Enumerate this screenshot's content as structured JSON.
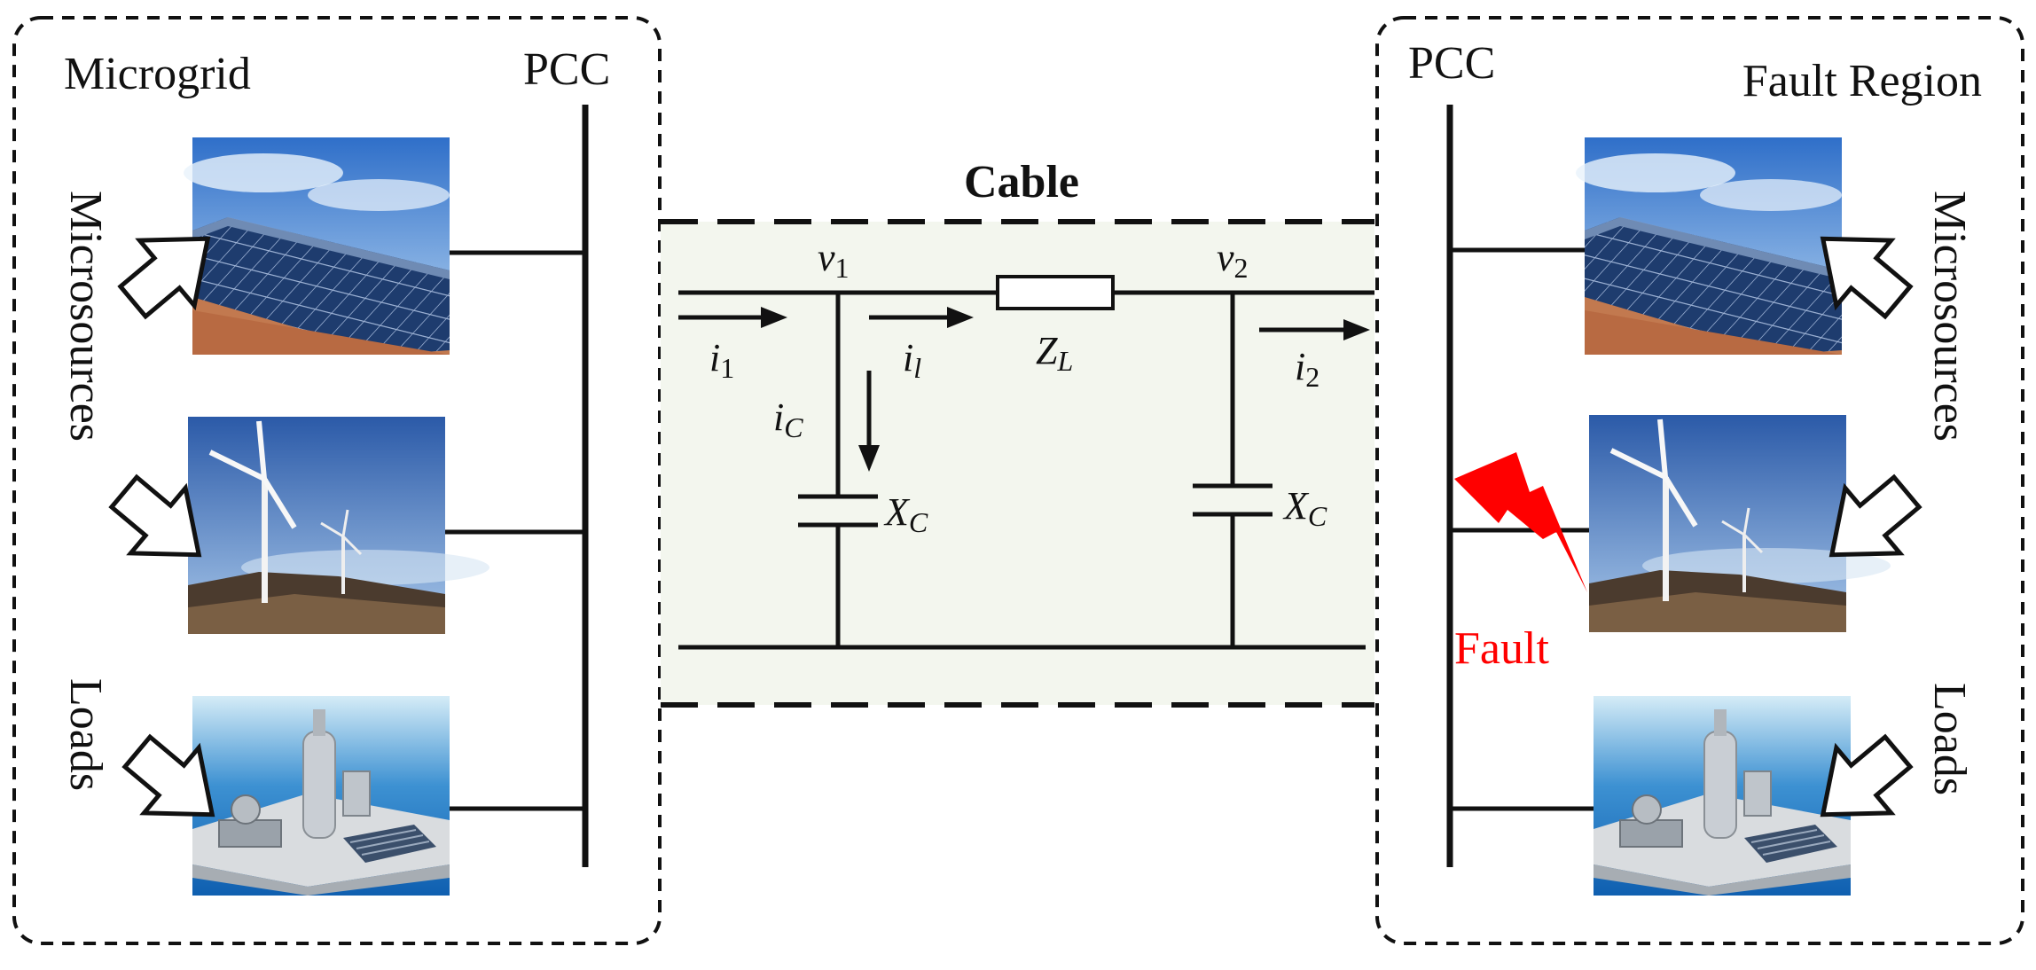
{
  "left_region": {
    "title": "Microgrid",
    "pcc_label": "PCC",
    "microsources_label": "Microsources",
    "loads_label": "Loads"
  },
  "right_region": {
    "title": "Fault Region",
    "pcc_label": "PCC",
    "microsources_label": "Microsources",
    "loads_label": "Loads",
    "fault_label": "Fault",
    "fault_color": "#ff0000"
  },
  "cable": {
    "title": "Cable",
    "background": "#f3f6ee",
    "v1": {
      "base": "v",
      "sub": "1"
    },
    "v2": {
      "base": "v",
      "sub": "2"
    },
    "i1": {
      "base": "i",
      "sub": "1"
    },
    "il": {
      "base": "i",
      "sub": "l"
    },
    "i2": {
      "base": "i",
      "sub": "2"
    },
    "ic": {
      "base": "i",
      "sub": "C"
    },
    "zl": {
      "base": "Z",
      "sub": "L"
    },
    "xc_left": {
      "base": "X",
      "sub": "C"
    },
    "xc_right": {
      "base": "X",
      "sub": "C"
    }
  }
}
